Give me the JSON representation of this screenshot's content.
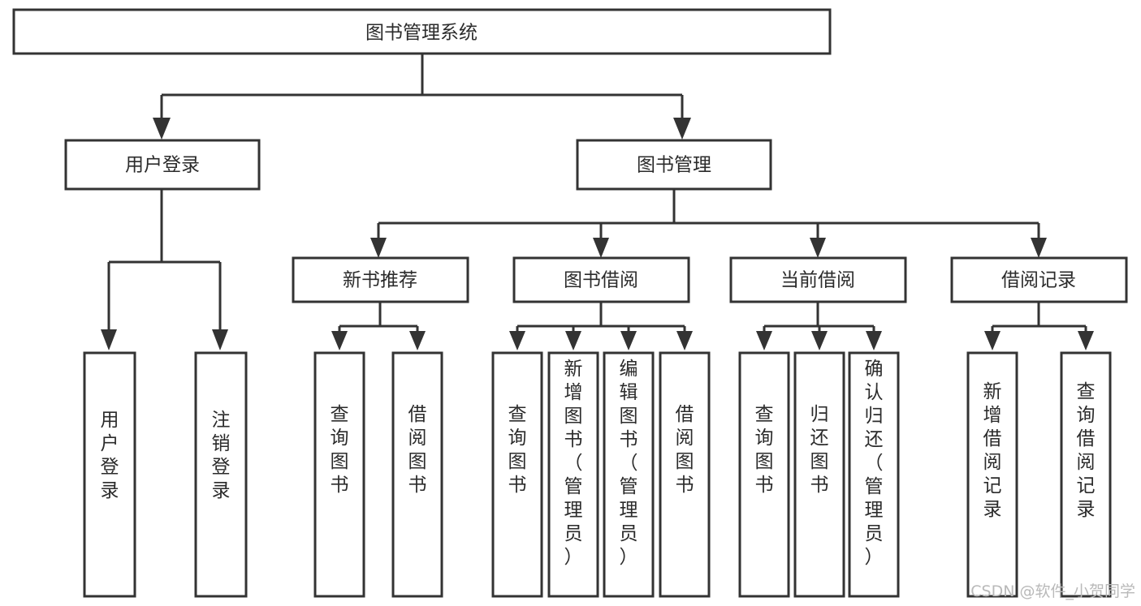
{
  "diagram": {
    "title": "图书管理系统",
    "type": "tree-hierarchy",
    "root": {
      "id": "root",
      "label": "图书管理系统"
    },
    "level2": [
      {
        "id": "user-login",
        "label": "用户登录"
      },
      {
        "id": "book-management",
        "label": "图书管理"
      }
    ],
    "level3": [
      {
        "id": "new-book-recommend",
        "label": "新书推荐",
        "parent": "book-management"
      },
      {
        "id": "book-borrow",
        "label": "图书借阅",
        "parent": "book-management"
      },
      {
        "id": "current-borrow",
        "label": "当前借阅",
        "parent": "book-management"
      },
      {
        "id": "borrow-record",
        "label": "借阅记录",
        "parent": "book-management"
      }
    ],
    "leaves": {
      "user-login": [
        {
          "id": "leaf-user-login",
          "label": "用户登录"
        },
        {
          "id": "leaf-logout",
          "label": "注销登录"
        }
      ],
      "new-book-recommend": [
        {
          "id": "leaf-query-book-1",
          "label": "查询图书"
        },
        {
          "id": "leaf-borrow-book-1",
          "label": "借阅图书"
        }
      ],
      "book-borrow": [
        {
          "id": "leaf-query-book-2",
          "label": "查询图书"
        },
        {
          "id": "leaf-add-book",
          "label": "新增图书（管理员）"
        },
        {
          "id": "leaf-edit-book",
          "label": "编辑图书（管理员）"
        },
        {
          "id": "leaf-borrow-book-2",
          "label": "借阅图书"
        }
      ],
      "current-borrow": [
        {
          "id": "leaf-query-book-3",
          "label": "查询图书"
        },
        {
          "id": "leaf-return-book",
          "label": "归还图书"
        },
        {
          "id": "leaf-confirm-return",
          "label": "确认归还（管理员）"
        }
      ],
      "borrow-record": [
        {
          "id": "leaf-add-record",
          "label": "新增借阅记录"
        },
        {
          "id": "leaf-query-record",
          "label": "查询借阅记录"
        }
      ]
    }
  },
  "watermark": {
    "text": "CSDN @软件_小贺同学"
  },
  "colors": {
    "stroke": "#333333",
    "fill": "#ffffff",
    "text": "#2b2b2b",
    "watermark": "#b9b9b9"
  }
}
